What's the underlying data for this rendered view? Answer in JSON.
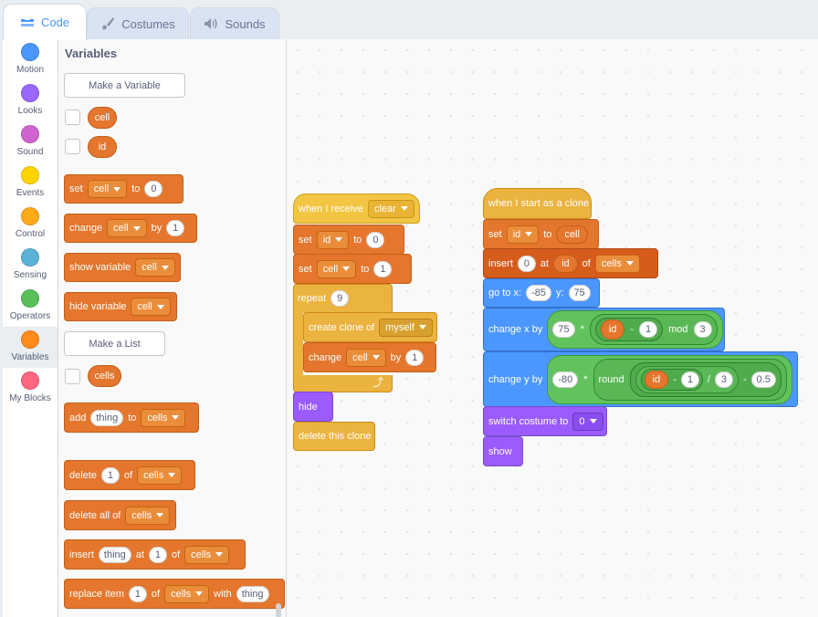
{
  "tabs": [
    {
      "label": "Code",
      "active": true
    },
    {
      "label": "Costumes",
      "active": false
    },
    {
      "label": "Sounds",
      "active": false
    }
  ],
  "categories": [
    {
      "label": "Motion",
      "color": "#4c97ff",
      "selected": false
    },
    {
      "label": "Looks",
      "color": "#9966ff",
      "selected": false
    },
    {
      "label": "Sound",
      "color": "#cf63cf",
      "selected": false
    },
    {
      "label": "Events",
      "color": "#ffd500",
      "selected": false
    },
    {
      "label": "Control",
      "color": "#ffab19",
      "selected": false
    },
    {
      "label": "Sensing",
      "color": "#5cb1d6",
      "selected": false
    },
    {
      "label": "Operators",
      "color": "#59c059",
      "selected": false
    },
    {
      "label": "Variables",
      "color": "#ff8c1a",
      "selected": true
    },
    {
      "label": "My Blocks",
      "color": "#ff6680",
      "selected": false
    }
  ],
  "palette": {
    "title": "Variables",
    "make_variable": "Make a Variable",
    "make_list": "Make a List",
    "variables": [
      "cell",
      "id"
    ],
    "list": "cells",
    "set": {
      "label": "set",
      "var": "cell",
      "to": "to",
      "value": "0"
    },
    "change": {
      "label": "change",
      "var": "cell",
      "by": "by",
      "value": "1"
    },
    "show_var": {
      "label": "show variable",
      "var": "cell"
    },
    "hide_var": {
      "label": "hide variable",
      "var": "cell"
    },
    "add": {
      "label": "add",
      "value": "thing",
      "to": "to",
      "list": "cells"
    },
    "delete": {
      "label": "delete",
      "value": "1",
      "of": "of",
      "list": "cells"
    },
    "delete_all": {
      "label": "delete all of",
      "list": "cells"
    },
    "insert": {
      "label": "insert",
      "value": "thing",
      "at": "at",
      "index": "1",
      "of": "of",
      "list": "cells"
    },
    "replace": {
      "label": "replace item",
      "index": "1",
      "of": "of",
      "list": "cells",
      "with": "with",
      "value": "thing"
    }
  },
  "script1": {
    "hat": {
      "label": "when I receive",
      "message": "clear"
    },
    "set_id": {
      "label": "set",
      "var": "id",
      "to": "to",
      "value": "0"
    },
    "set_cell": {
      "label": "set",
      "var": "cell",
      "to": "to",
      "value": "1"
    },
    "repeat": {
      "label": "repeat",
      "value": "9"
    },
    "clone": {
      "label": "create clone of",
      "target": "myself"
    },
    "change": {
      "label": "change",
      "var": "cell",
      "by": "by",
      "value": "1"
    },
    "hide": "hide",
    "delete_clone": "delete this clone"
  },
  "script2": {
    "hat": "when I start as a clone",
    "set": {
      "label": "set",
      "var": "id",
      "to": "to",
      "value": "cell"
    },
    "insert": {
      "label": "insert",
      "value": "0",
      "at": "at",
      "index": "id",
      "of": "of",
      "list": "cells"
    },
    "goto": {
      "label": "go to x:",
      "x": "-85",
      "ylabel": "y:",
      "y": "75"
    },
    "changex": {
      "label": "change x by",
      "a": "75",
      "times": "*",
      "var": "id",
      "minus": "-",
      "b": "1",
      "mod": "mod",
      "c": "3"
    },
    "changey": {
      "label": "change y by",
      "a": "-80",
      "times": "*",
      "round": "round",
      "var": "id",
      "minus": "-",
      "b": "1",
      "div": "/",
      "c": "3",
      "minus2": "-",
      "d": "0.5"
    },
    "costume": {
      "label": "switch costume to",
      "value": "0"
    },
    "show": "show"
  }
}
